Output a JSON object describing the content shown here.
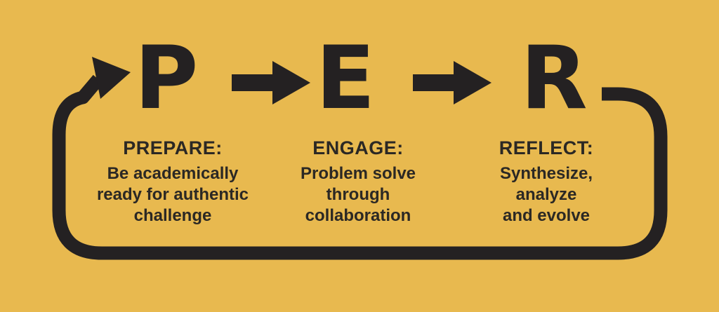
{
  "colors": {
    "background": "#E8B94F",
    "ink": "#242122"
  },
  "cycle": {
    "steps": [
      {
        "letter": "P",
        "title": "PREPARE:",
        "lines": [
          "Be academically",
          "ready for authentic",
          "challenge"
        ]
      },
      {
        "letter": "E",
        "title": "ENGAGE:",
        "lines": [
          "Problem solve",
          "through",
          "collaboration"
        ]
      },
      {
        "letter": "R",
        "title": "REFLECT:",
        "lines": [
          "Synthesize,",
          "analyze",
          "and evolve"
        ]
      }
    ]
  }
}
